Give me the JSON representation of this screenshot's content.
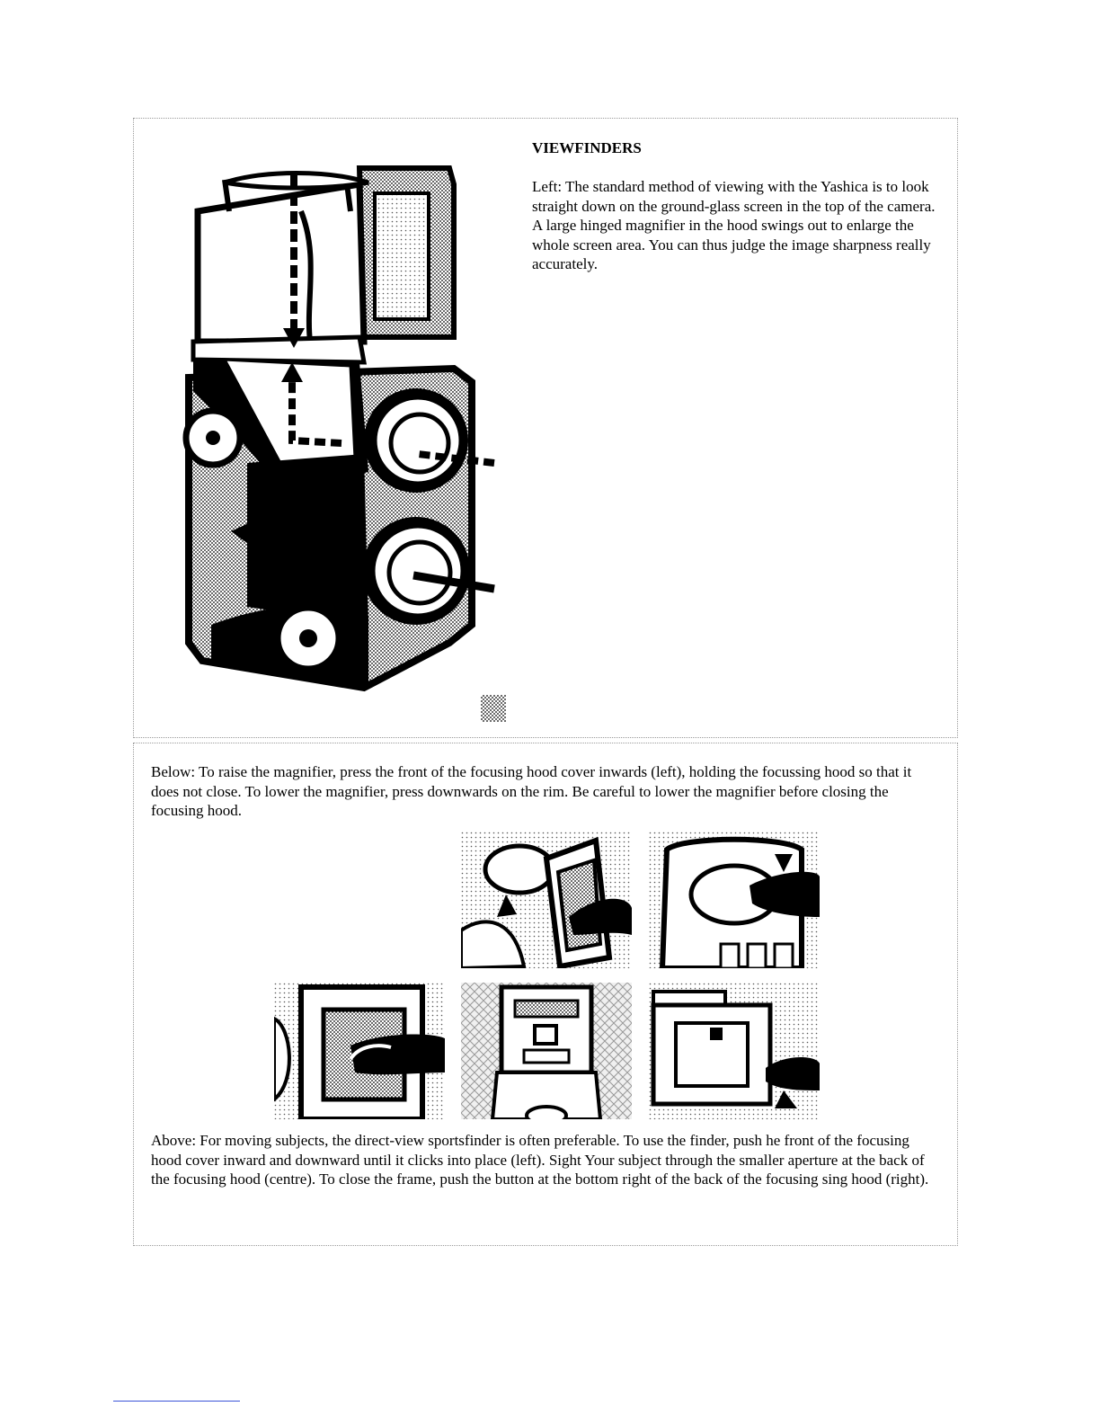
{
  "section": {
    "heading": "VIEWFINDERS",
    "left_text": "Left: The standard method of viewing with the Yashica is to look straight down on the ground-glass screen in the top of the camera. A large hinged magnifier in the hood swings out to enlarge the whole screen area. You can thus judge the image sharpness really accurately.",
    "below_text": "Below: To raise the magnifier, press the front of the focusing hood cover inwards (left), holding the focussing hood so that it does not close. To lower the magnifier, press downwards on the rim. Be careful to lower the magnifier before closing the focusing hood.",
    "above_text": "Above: For moving subjects, the direct-view sportsfinder is often preferable. To use the finder, push he front of the focusing hood cover inward and downward until it clicks into place (left). Sight Your subject through the smaller aperture at the back of the focusing hood (centre). To close the frame, push the button at the bottom right of the back of the focusing sing hood (right)."
  }
}
